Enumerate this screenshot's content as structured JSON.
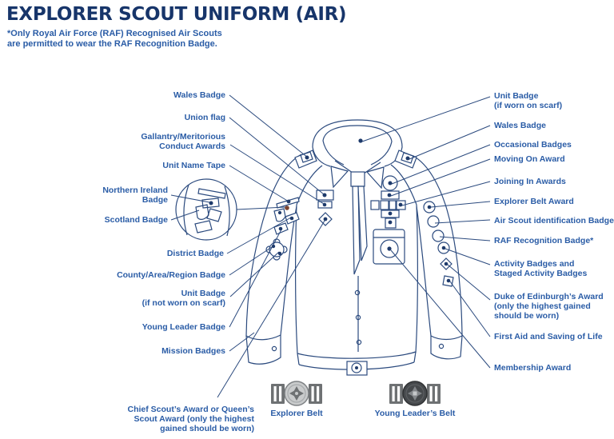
{
  "title": "EXPLORER SCOUT UNIFORM (AIR)",
  "footnote": "*Only Royal Air Force (RAF) Recognised Air Scouts\nare permitted to wear the RAF Recognition Badge.",
  "colors": {
    "title_text": "#17356a",
    "label_text": "#2a5ca6",
    "line_art": "#2b4a7e",
    "marker_dot": "#1e3a6b",
    "sleeve_anchor_dot": "#7a4330",
    "explorer_buckle": "#c9cbcc",
    "young_leader_buckle": "#46494c"
  },
  "labels_left": [
    {
      "text": "Wales Badge"
    },
    {
      "text": "Union flag"
    },
    {
      "text": "Gallantry/Meritorious\nConduct Awards"
    },
    {
      "text": "Unit Name Tape"
    },
    {
      "text": "Northern Ireland\nBadge"
    },
    {
      "text": "Scotland Badge"
    },
    {
      "text": "District Badge"
    },
    {
      "text": "County/Area/Region Badge"
    },
    {
      "text": "Unit Badge\n(if not worn on scarf)"
    },
    {
      "text": "Young Leader Badge"
    },
    {
      "text": "Mission Badges"
    },
    {
      "text": "Chief Scout’s Award or Queen’s\nScout Award (only the highest\ngained should be worn)"
    }
  ],
  "labels_right": [
    {
      "text": "Unit Badge\n(if worn on scarf)"
    },
    {
      "text": "Wales Badge"
    },
    {
      "text": "Occasional Badges"
    },
    {
      "text": "Moving On Award"
    },
    {
      "text": "Joining In Awards"
    },
    {
      "text": "Explorer Belt Award"
    },
    {
      "text": "Air Scout identification Badge"
    },
    {
      "text": "RAF Recognition Badge*"
    },
    {
      "text": "Activity Badges and\nStaged Activity Badges"
    },
    {
      "text": "Duke of Edinburgh’s Award\n(only the highest gained\nshould be worn)"
    },
    {
      "text": "First Aid and Saving of Life"
    },
    {
      "text": "Membership Award"
    }
  ],
  "belts": [
    {
      "caption": "Explorer Belt"
    },
    {
      "caption": "Young Leader’s Belt"
    }
  ],
  "illustration": {
    "description": "Line drawing of an Explorer Scout air uniform shirt with scarf and woggle, badge position markers, a magnifier circle showing sleeve badges, and two belt buckles below."
  }
}
